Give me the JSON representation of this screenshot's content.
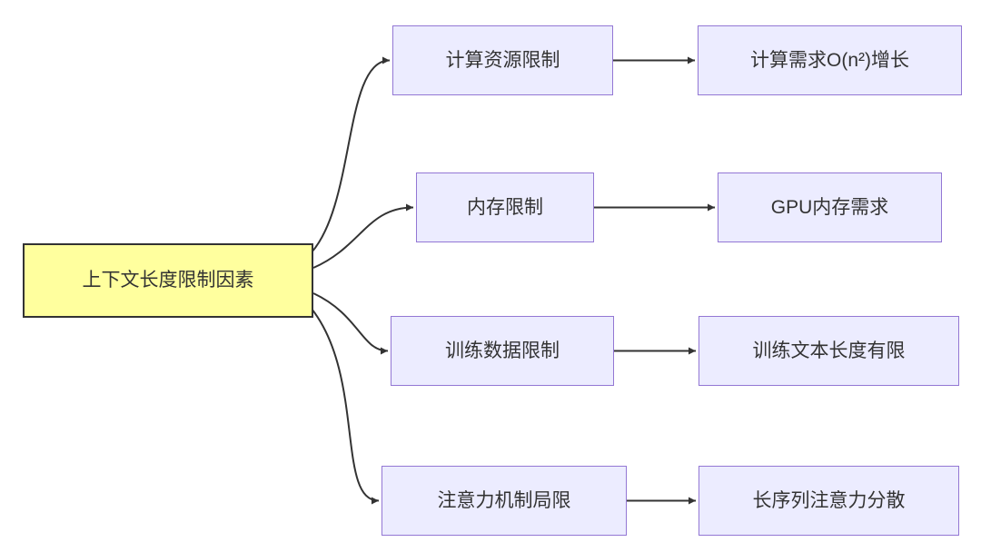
{
  "diagram": {
    "type": "flowchart",
    "direction": "left-to-right",
    "root": {
      "label": "上下文长度限制因素"
    },
    "branches": [
      {
        "mid": "计算资源限制",
        "leaf": "计算需求O(n²)增长"
      },
      {
        "mid": "内存限制",
        "leaf": "GPU内存需求"
      },
      {
        "mid": "训练数据限制",
        "leaf": "训练文本长度有限"
      },
      {
        "mid": "注意力机制局限",
        "leaf": "长序列注意力分散"
      }
    ],
    "colors": {
      "background": "#FFFFFF",
      "root_fill": "#FFFF9E",
      "root_border": "#333333",
      "node_fill": "#ECECFF",
      "node_border": "#9377D4",
      "edge": "#333333",
      "text": "#333333"
    }
  }
}
